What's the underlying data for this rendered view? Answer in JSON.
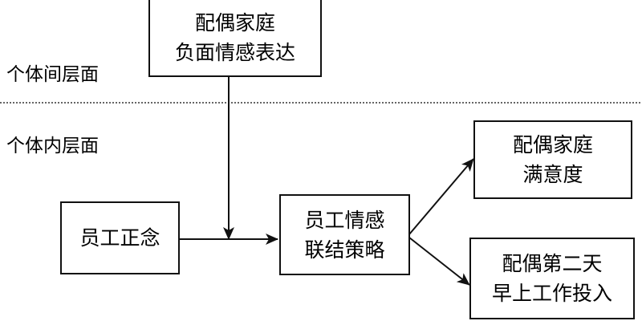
{
  "levels": {
    "between": "个体间层面",
    "within": "个体内层面"
  },
  "nodes": {
    "spouse_negative": {
      "line1": "配偶家庭",
      "line2": "负面情感表达"
    },
    "mindfulness": {
      "line1": "员工正念"
    },
    "strategy": {
      "line1": "员工情感",
      "line2": "联结策略"
    },
    "satisfaction": {
      "line1": "配偶家庭",
      "line2": "满意度"
    },
    "engagement": {
      "line1": "配偶第二天",
      "line2": "早上工作投入"
    }
  },
  "colors": {
    "stroke": "#111111",
    "background": "#ffffff"
  }
}
